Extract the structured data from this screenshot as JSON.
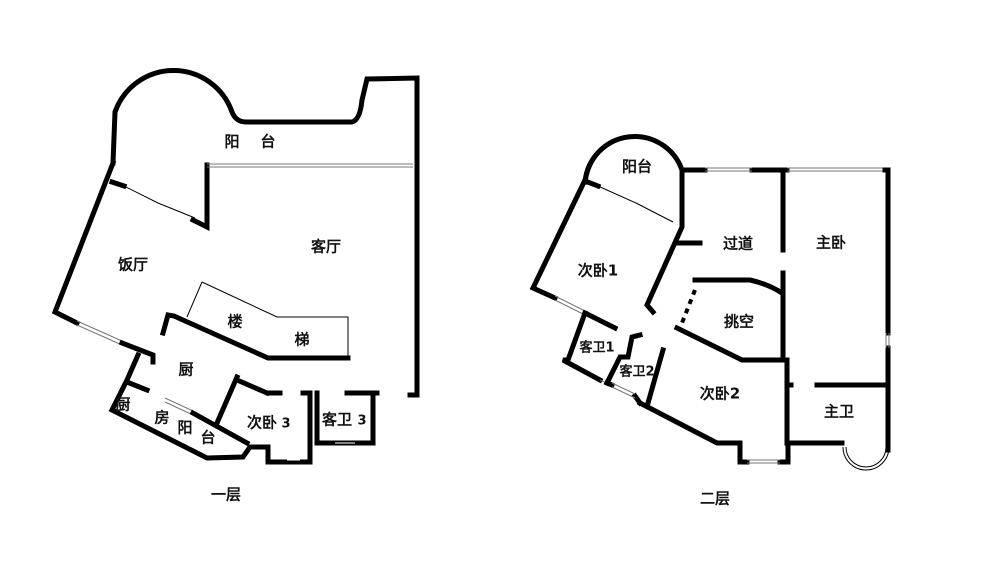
{
  "floor1": {
    "caption": "一层",
    "rooms": {
      "balcony_1": "阳",
      "balcony_2": "台",
      "living": "客厅",
      "dining": "饭厅",
      "stair_1": "楼",
      "stair_2": "梯",
      "kitchen": "厨",
      "kitchen_balcony": [
        "厨",
        "房",
        "阳",
        "台"
      ],
      "bedroom3": "次卧",
      "bedroom3_num": "3",
      "bath3": "客卫",
      "bath3_num": "3"
    }
  },
  "floor2": {
    "caption": "二层",
    "rooms": {
      "balcony": "阳台",
      "corridor": "过道",
      "master": "主卧",
      "bedroom1": "次卧1",
      "void": "挑空",
      "bath1": "客卫1",
      "bath2": "客卫2",
      "bedroom2": "次卧2",
      "master_bath": "主卫"
    }
  }
}
